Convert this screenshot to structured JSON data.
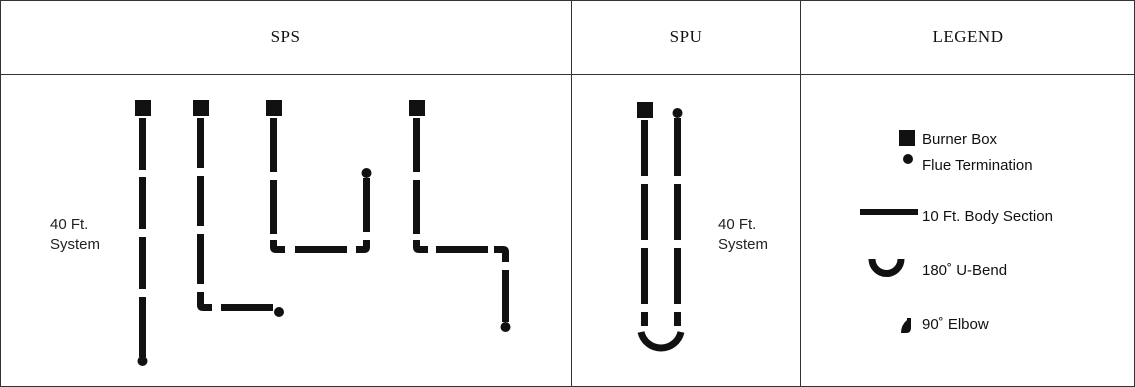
{
  "headers": {
    "sps": "SPS",
    "spu": "SPU",
    "legend": "LEGEND"
  },
  "sps_system_label": {
    "line1": "40 Ft.",
    "line2": "System"
  },
  "spu_system_label": {
    "line1": "40 Ft.",
    "line2": "System"
  },
  "legend": {
    "burner_box": "Burner Box",
    "flue_termination": "Flue Termination",
    "body_section": "10 Ft. Body Section",
    "u_bend": "180˚ U-Bend",
    "elbow": "90˚ Elbow"
  },
  "colors": {
    "ink": "#111111",
    "border": "#333333"
  }
}
